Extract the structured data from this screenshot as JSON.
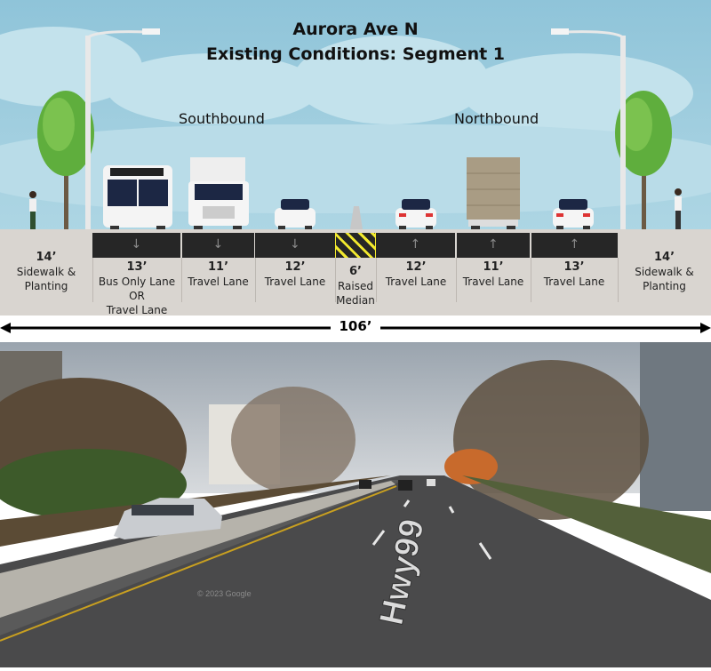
{
  "diagram": {
    "title_line1": "Aurora Ave N",
    "title_line2": "Existing Conditions: Segment 1",
    "southbound": "Southbound",
    "northbound": "Northbound",
    "total_width": "106’",
    "segments": [
      {
        "width": "14’",
        "label": "Sidewalk & Planting",
        "type": "sidewalk"
      },
      {
        "width": "13’",
        "label": "Bus Only Lane",
        "label2": "OR",
        "label3": "Travel Lane",
        "direction": "down"
      },
      {
        "width": "11’",
        "label": "Travel Lane",
        "direction": "down"
      },
      {
        "width": "12’",
        "label": "Travel Lane",
        "direction": "down"
      },
      {
        "width": "6’",
        "label": "Raised",
        "label2": "Median",
        "type": "median"
      },
      {
        "width": "12’",
        "label": "Travel Lane",
        "direction": "up"
      },
      {
        "width": "11’",
        "label": "Travel Lane",
        "direction": "up"
      },
      {
        "width": "13’",
        "label": "Travel Lane",
        "direction": "up"
      },
      {
        "width": "14’",
        "label": "Sidewalk & Planting",
        "type": "sidewalk"
      }
    ],
    "colors": {
      "sky": "#a9d3e2",
      "asphalt": "#262626",
      "ground": "#d9d5d0",
      "median_stripe": "#f2e92e"
    }
  },
  "photo": {
    "road_marking": "Hwy99",
    "watermark": "© 2023 Google"
  }
}
